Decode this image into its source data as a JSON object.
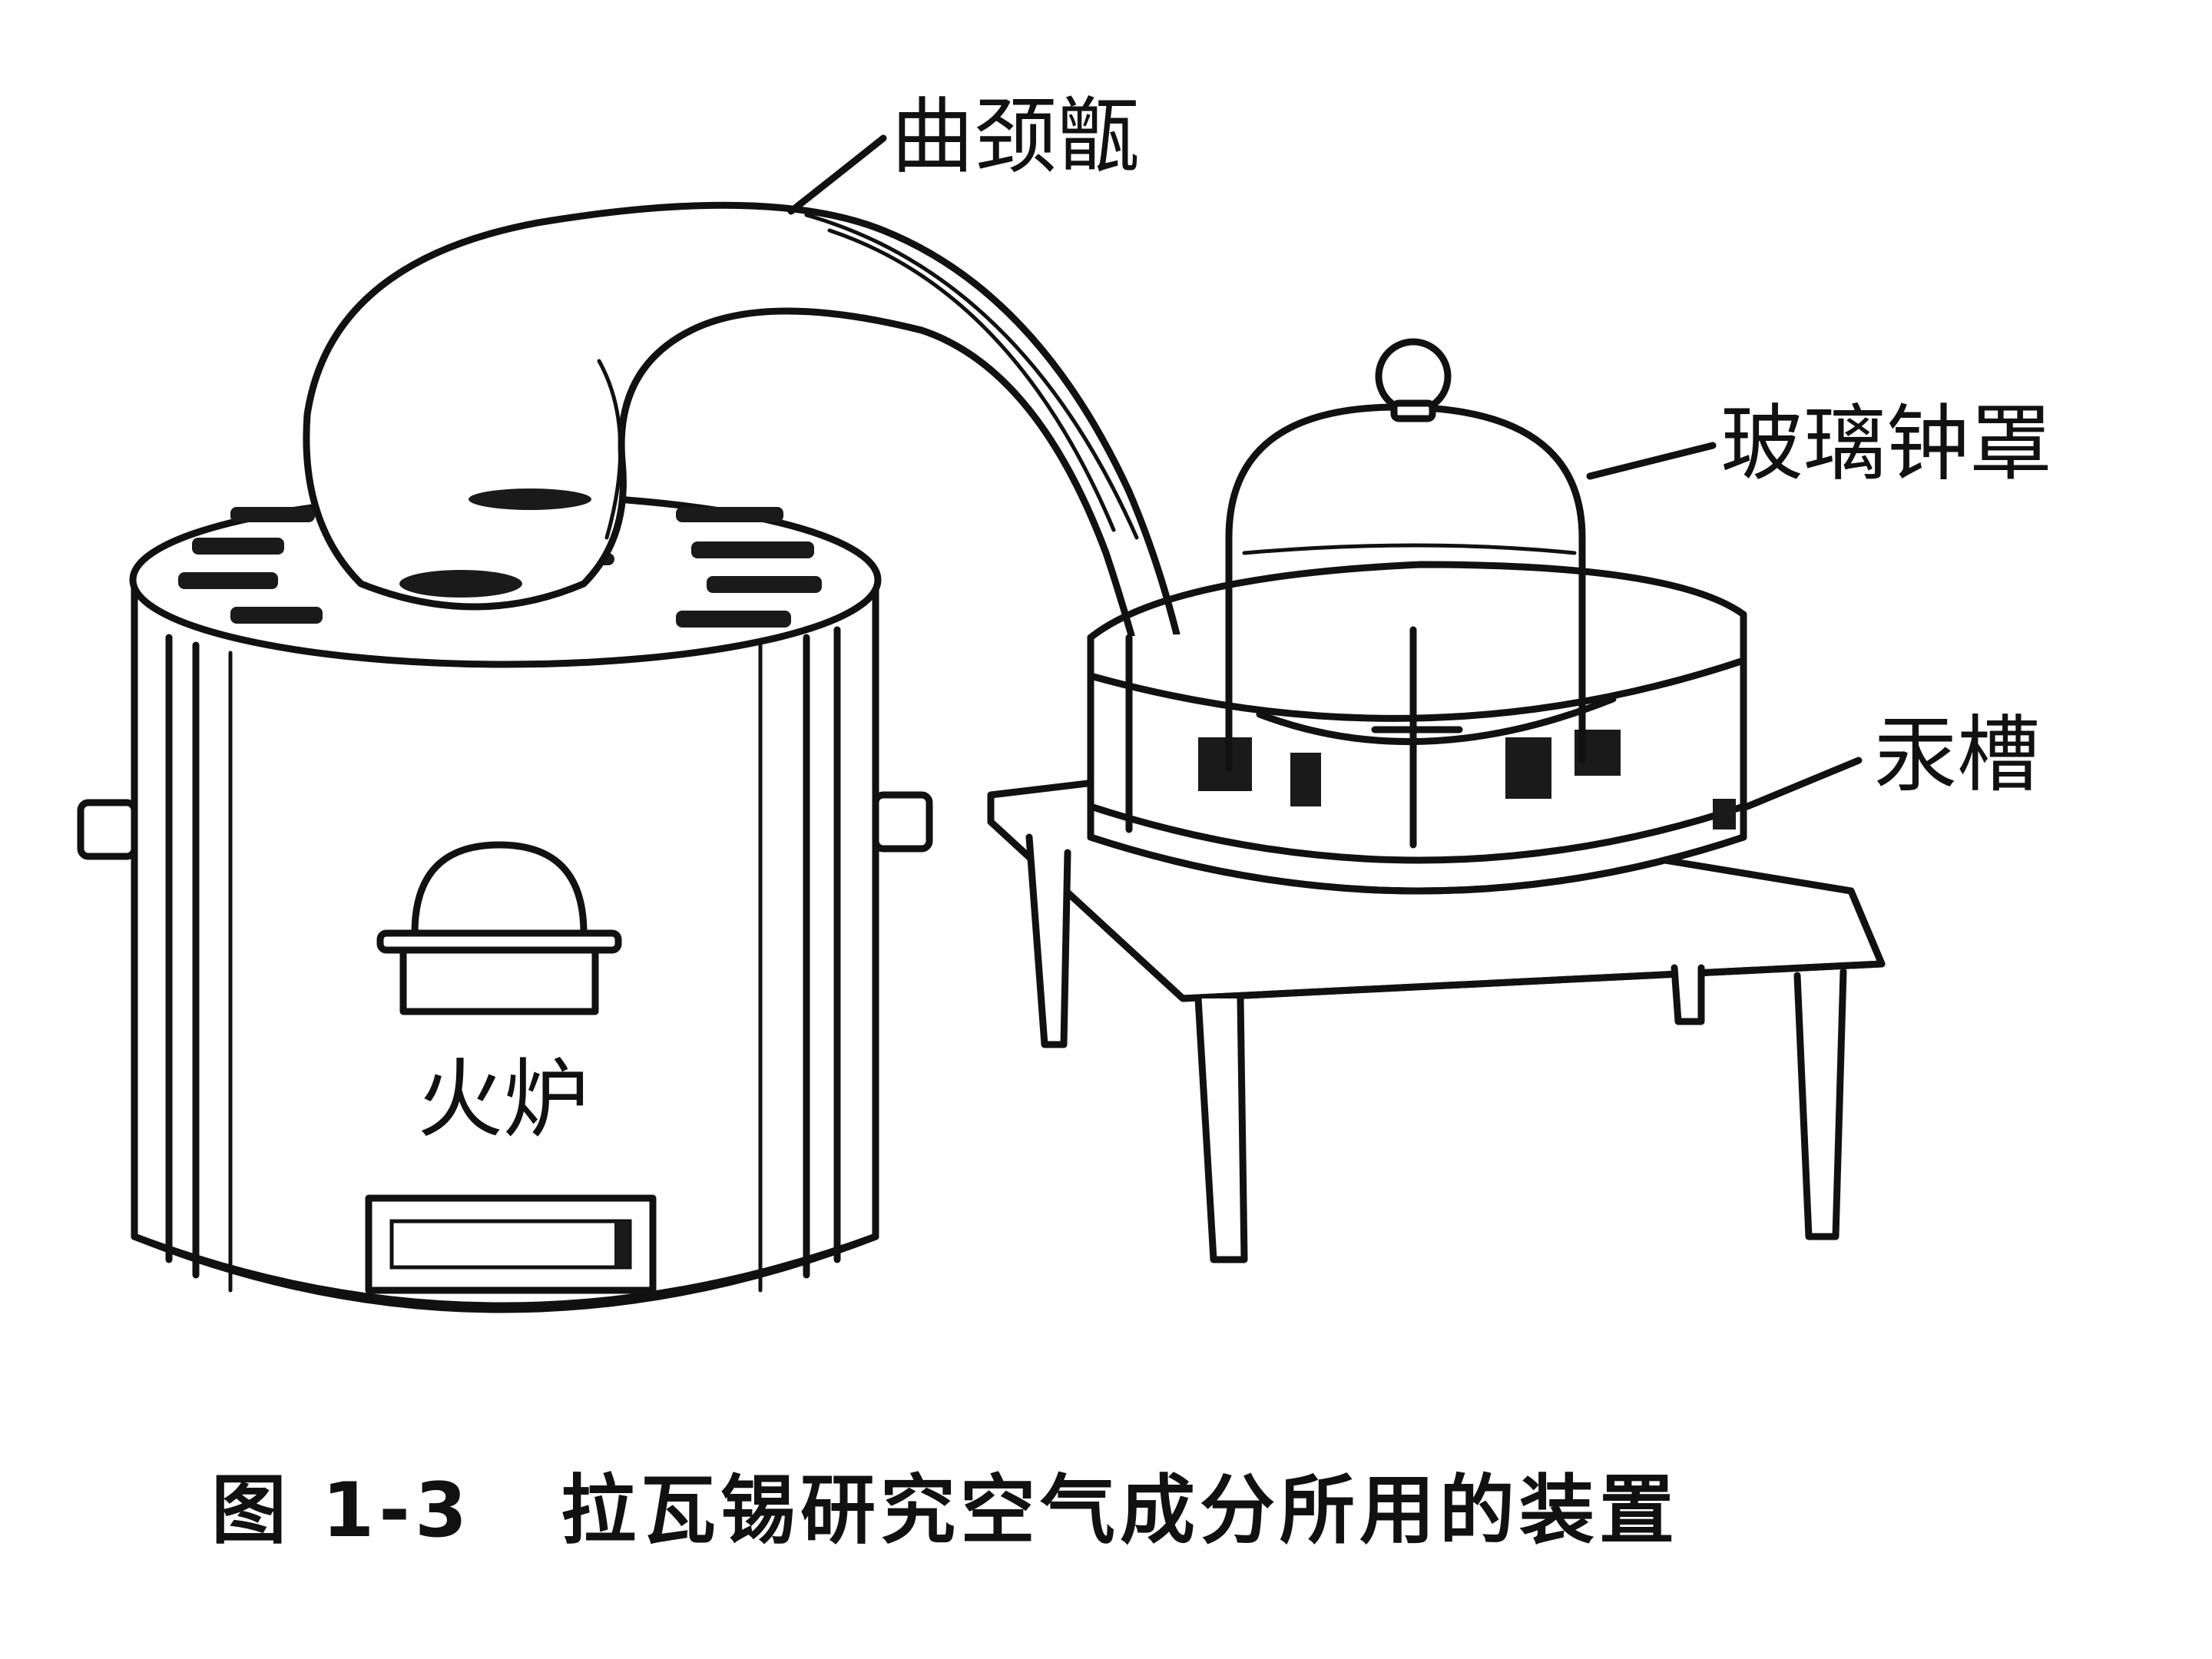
{
  "labels": {
    "retort": "曲颈甑",
    "bell_jar": "玻璃钟罩",
    "mercury_trough": "汞槽",
    "furnace": "火炉"
  },
  "caption": {
    "number": "图 1-3",
    "text": "拉瓦锡研究空气成分所用的装置"
  },
  "colors": {
    "ink": "#111111",
    "paper": "#ffffff"
  }
}
